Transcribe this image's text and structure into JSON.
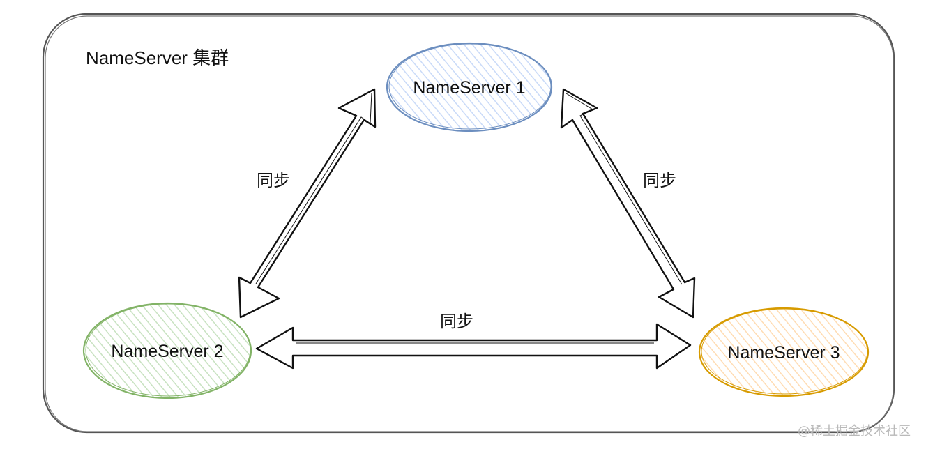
{
  "cluster": {
    "title": "NameServer 集群"
  },
  "nodes": [
    {
      "id": "ns1",
      "label": "NameServer 1",
      "stroke": "#6c8ebf",
      "fill": "#dae8fc"
    },
    {
      "id": "ns2",
      "label": "NameServer 2",
      "stroke": "#82b366",
      "fill": "#d5e8d4"
    },
    {
      "id": "ns3",
      "label": "NameServer 3",
      "stroke": "#d79b00",
      "fill": "#ffe6cc"
    }
  ],
  "edges": [
    {
      "from": "ns1",
      "to": "ns2",
      "label": "同步",
      "bidirectional": true
    },
    {
      "from": "ns1",
      "to": "ns3",
      "label": "同步",
      "bidirectional": true
    },
    {
      "from": "ns2",
      "to": "ns3",
      "label": "同步",
      "bidirectional": true
    }
  ],
  "watermark": "@稀土掘金技术社区"
}
